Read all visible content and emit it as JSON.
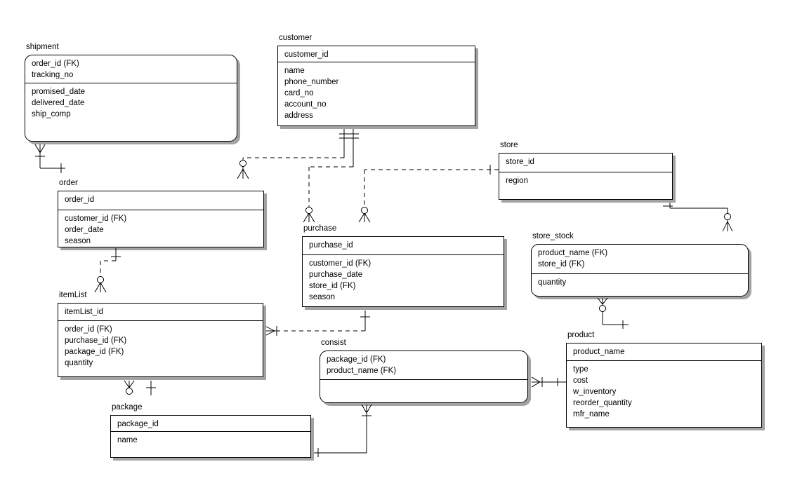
{
  "diagram": {
    "kind": "entity-relationship-diagram",
    "line_color": "#000000",
    "shadow_color": "#a3a3a3",
    "background": "#ffffff"
  },
  "entities": {
    "shipment": {
      "name": "shipment",
      "keys": [
        "order_id (FK)",
        "tracking_no"
      ],
      "attrs": [
        "promised_date",
        "delivered_date",
        "ship_comp"
      ]
    },
    "customer": {
      "name": "customer",
      "keys": [
        "customer_id"
      ],
      "attrs": [
        "name",
        "phone_number",
        "card_no",
        "account_no",
        "address"
      ]
    },
    "store": {
      "name": "store",
      "keys": [
        "store_id"
      ],
      "attrs": [
        "region"
      ]
    },
    "order": {
      "name": "order",
      "keys": [
        "order_id"
      ],
      "attrs": [
        "customer_id (FK)",
        "order_date",
        "season"
      ]
    },
    "purchase": {
      "name": "purchase",
      "keys": [
        "purchase_id"
      ],
      "attrs": [
        "customer_id (FK)",
        "purchase_date",
        "store_id (FK)",
        "season"
      ]
    },
    "store_stock": {
      "name": "store_stock",
      "keys": [
        "product_name (FK)",
        "store_id (FK)"
      ],
      "attrs": [
        "quantity"
      ]
    },
    "itemList": {
      "name": "itemList",
      "keys": [
        "itemList_id"
      ],
      "attrs": [
        "order_id (FK)",
        "purchase_id (FK)",
        "package_id (FK)",
        "quantity"
      ]
    },
    "product": {
      "name": "product",
      "keys": [
        "product_name"
      ],
      "attrs": [
        "type",
        "cost",
        "w_inventory",
        "reorder_quantity",
        "mfr_name"
      ]
    },
    "consist": {
      "name": "consist",
      "keys": [
        "package_id (FK)",
        "product_name (FK)"
      ],
      "attrs": []
    },
    "package": {
      "name": "package",
      "keys": [
        "package_id"
      ],
      "attrs": [
        "name"
      ]
    }
  },
  "relationships": [
    {
      "parent": "order",
      "child": "shipment",
      "line": "solid",
      "child_end": "one-or-many-crowfoot",
      "parent_end": "one-tick"
    },
    {
      "parent": "customer",
      "child": "order",
      "line": "dashed",
      "child_end": "zero-or-many-crowfoot",
      "parent_end": "exactly-one-double-tick"
    },
    {
      "parent": "customer",
      "child": "purchase",
      "line": "dashed",
      "child_end": "zero-or-many-crowfoot",
      "parent_end": "exactly-one-double-tick"
    },
    {
      "parent": "store",
      "child": "purchase",
      "line": "dashed",
      "child_end": "zero-or-many-crowfoot",
      "parent_end": "one-tick"
    },
    {
      "parent": "order",
      "child": "itemList",
      "line": "dashed",
      "child_end": "zero-or-many-crowfoot",
      "parent_end": "one-tick"
    },
    {
      "parent": "purchase",
      "child": "itemList",
      "line": "dashed",
      "child_end": "one-or-many-crowfoot",
      "parent_end": "one-tick"
    },
    {
      "parent": "package",
      "child": "itemList",
      "line": "solid",
      "child_end": "zero-or-many-crowfoot",
      "parent_end": "one-tick"
    },
    {
      "parent": "package",
      "child": "consist",
      "line": "solid",
      "child_end": "one-or-many-crowfoot",
      "parent_end": "one-tick"
    },
    {
      "parent": "product",
      "child": "consist",
      "line": "solid",
      "child_end": "one-or-many-crowfoot",
      "parent_end": "one-tick"
    },
    {
      "parent": "store",
      "child": "store_stock",
      "line": "solid",
      "child_end": "zero-or-many-crowfoot",
      "parent_end": "one-tick"
    },
    {
      "parent": "product",
      "child": "store_stock",
      "line": "solid",
      "child_end": "zero-or-many-crowfoot",
      "parent_end": "one-tick"
    }
  ]
}
